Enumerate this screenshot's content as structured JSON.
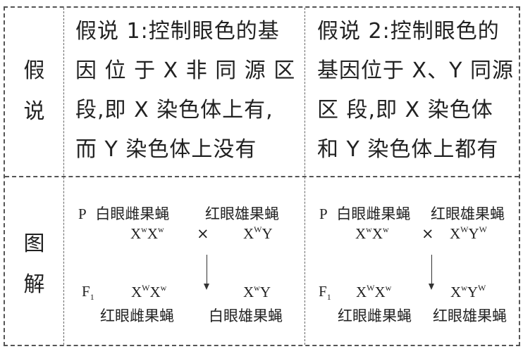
{
  "table": {
    "rows": [
      {
        "header": [
          "假",
          "说"
        ],
        "hypothesis1": [
          "假说 1:控制眼色的基",
          "因 位 于  X  非 同 源 区",
          "段,即 X 染色体上有,",
          "而 Y 染色体上没有"
        ],
        "hypothesis2": [
          "假说 2:控制眼色的",
          "基因位于 X、Y 同源",
          "区 段,即  X  染色体",
          "和 Y 染色体上都有"
        ]
      },
      {
        "header": [
          "图",
          "解"
        ],
        "diagram1": {
          "p_label": "P",
          "parent_female": "白眼雌果蝇",
          "parent_male": "红眼雄果蝇",
          "female_genotype": {
            "base1": "X",
            "sup1": "w",
            "base2": "X",
            "sup2": "w"
          },
          "cross_symbol": "×",
          "male_genotype": {
            "base1": "X",
            "sup1": "W",
            "base2": "Y",
            "sup2": ""
          },
          "f1_label": "F",
          "f1_sub": "1",
          "f1_female_genotype": {
            "base1": "X",
            "sup1": "W",
            "base2": "X",
            "sup2": "w"
          },
          "f1_male_genotype": {
            "base1": "X",
            "sup1": "w",
            "base2": "Y",
            "sup2": ""
          },
          "f1_female": "红眼雌果蝇",
          "f1_male": "白眼雄果蝇"
        },
        "diagram2": {
          "p_label": "P",
          "parent_female": "白眼雌果蝇",
          "parent_male": "红眼雄果蝇",
          "female_genotype": {
            "base1": "X",
            "sup1": "w",
            "base2": "X",
            "sup2": "w"
          },
          "cross_symbol": "×",
          "male_genotype": {
            "base1": "X",
            "sup1": "W",
            "base2": "Y",
            "sup2": "W"
          },
          "f1_label": "F",
          "f1_sub": "1",
          "f1_female_genotype": {
            "base1": "X",
            "sup1": "W",
            "base2": "X",
            "sup2": "w"
          },
          "f1_male_genotype": {
            "base1": "X",
            "sup1": "w",
            "base2": "Y",
            "sup2": "W"
          },
          "f1_female": "红眼雌果蝇",
          "f1_male": "红眼雄果蝇"
        }
      }
    ]
  }
}
